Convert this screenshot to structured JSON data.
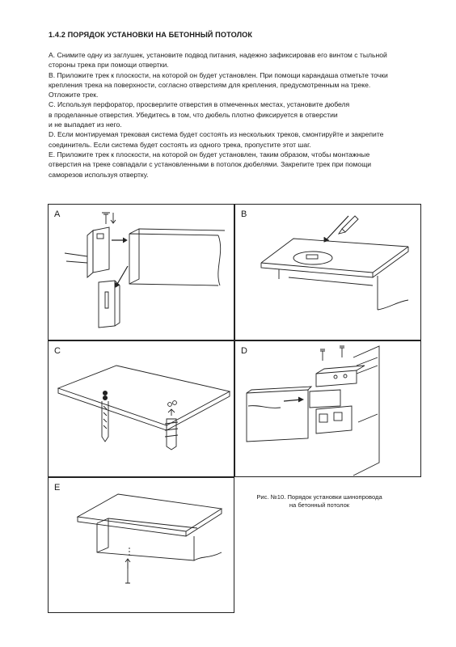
{
  "heading": "1.4.2 ПОРЯДОК УСТАНОВКИ НА БЕТОННЫЙ ПОТОЛОК",
  "paragraphs": [
    [
      "A. Снимите одну из заглушек, установите подвод питания, надежно зафиксировав его винтом с тыльной",
      "стороны трека при помощи отвертки."
    ],
    [
      "B. Приложите трек к плоскости, на которой он будет установлен. При помощи карандаша отметьте точки",
      "крепления трека на поверхности, согласно отверстиям для крепления, предусмотренным на треке.",
      "Отложите трек."
    ],
    [
      "C. Используя перфоратор, просверлите отверстия в отмеченных местах, установите дюбеля",
      "в проделанные отверстия. Убедитесь в том, что дюбель плотно фиксируется в отверстии",
      "и не выпадает из него."
    ],
    [
      "D. Если монтируемая трековая система будет состоять из нескольких треков, смонтируйте и закрепите",
      "соединитель. Если система будет состоять из одного трека, пропустите этот шаг."
    ],
    [
      "E. Приложите трек к плоскости, на которой он будет установлен, таким образом, чтобы монтажные",
      "отверстия на треке совпадали с установленными в потолок дюбелями. Закрепите трек при помощи",
      "саморезов используя отвертку."
    ]
  ],
  "panels": {
    "a": "A",
    "b": "B",
    "c": "C",
    "d": "D",
    "e": "E"
  },
  "caption": [
    "Рис. №10. Порядок установки шинопровода",
    "на бетонный потолок"
  ]
}
